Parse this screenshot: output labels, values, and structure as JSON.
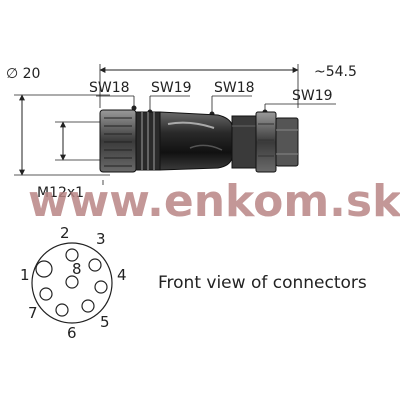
{
  "drawing": {
    "dimensions": {
      "diameter": "∅ 20",
      "length": "~54.5",
      "thread": "M12x1"
    },
    "wrench_sizes": [
      "SW18",
      "SW19",
      "SW18",
      "SW19"
    ],
    "watermark": "www.enkom.sk",
    "front_view": {
      "caption": "Front view of connectors",
      "pins": [
        "1",
        "2",
        "3",
        "4",
        "5",
        "6",
        "7",
        "8"
      ]
    }
  },
  "colors": {
    "line": "#222222",
    "body_dark": "#1a1a1a",
    "body_mid": "#4a4a4a",
    "body_light": "#8a8a8a",
    "watermark": "#b98585"
  }
}
